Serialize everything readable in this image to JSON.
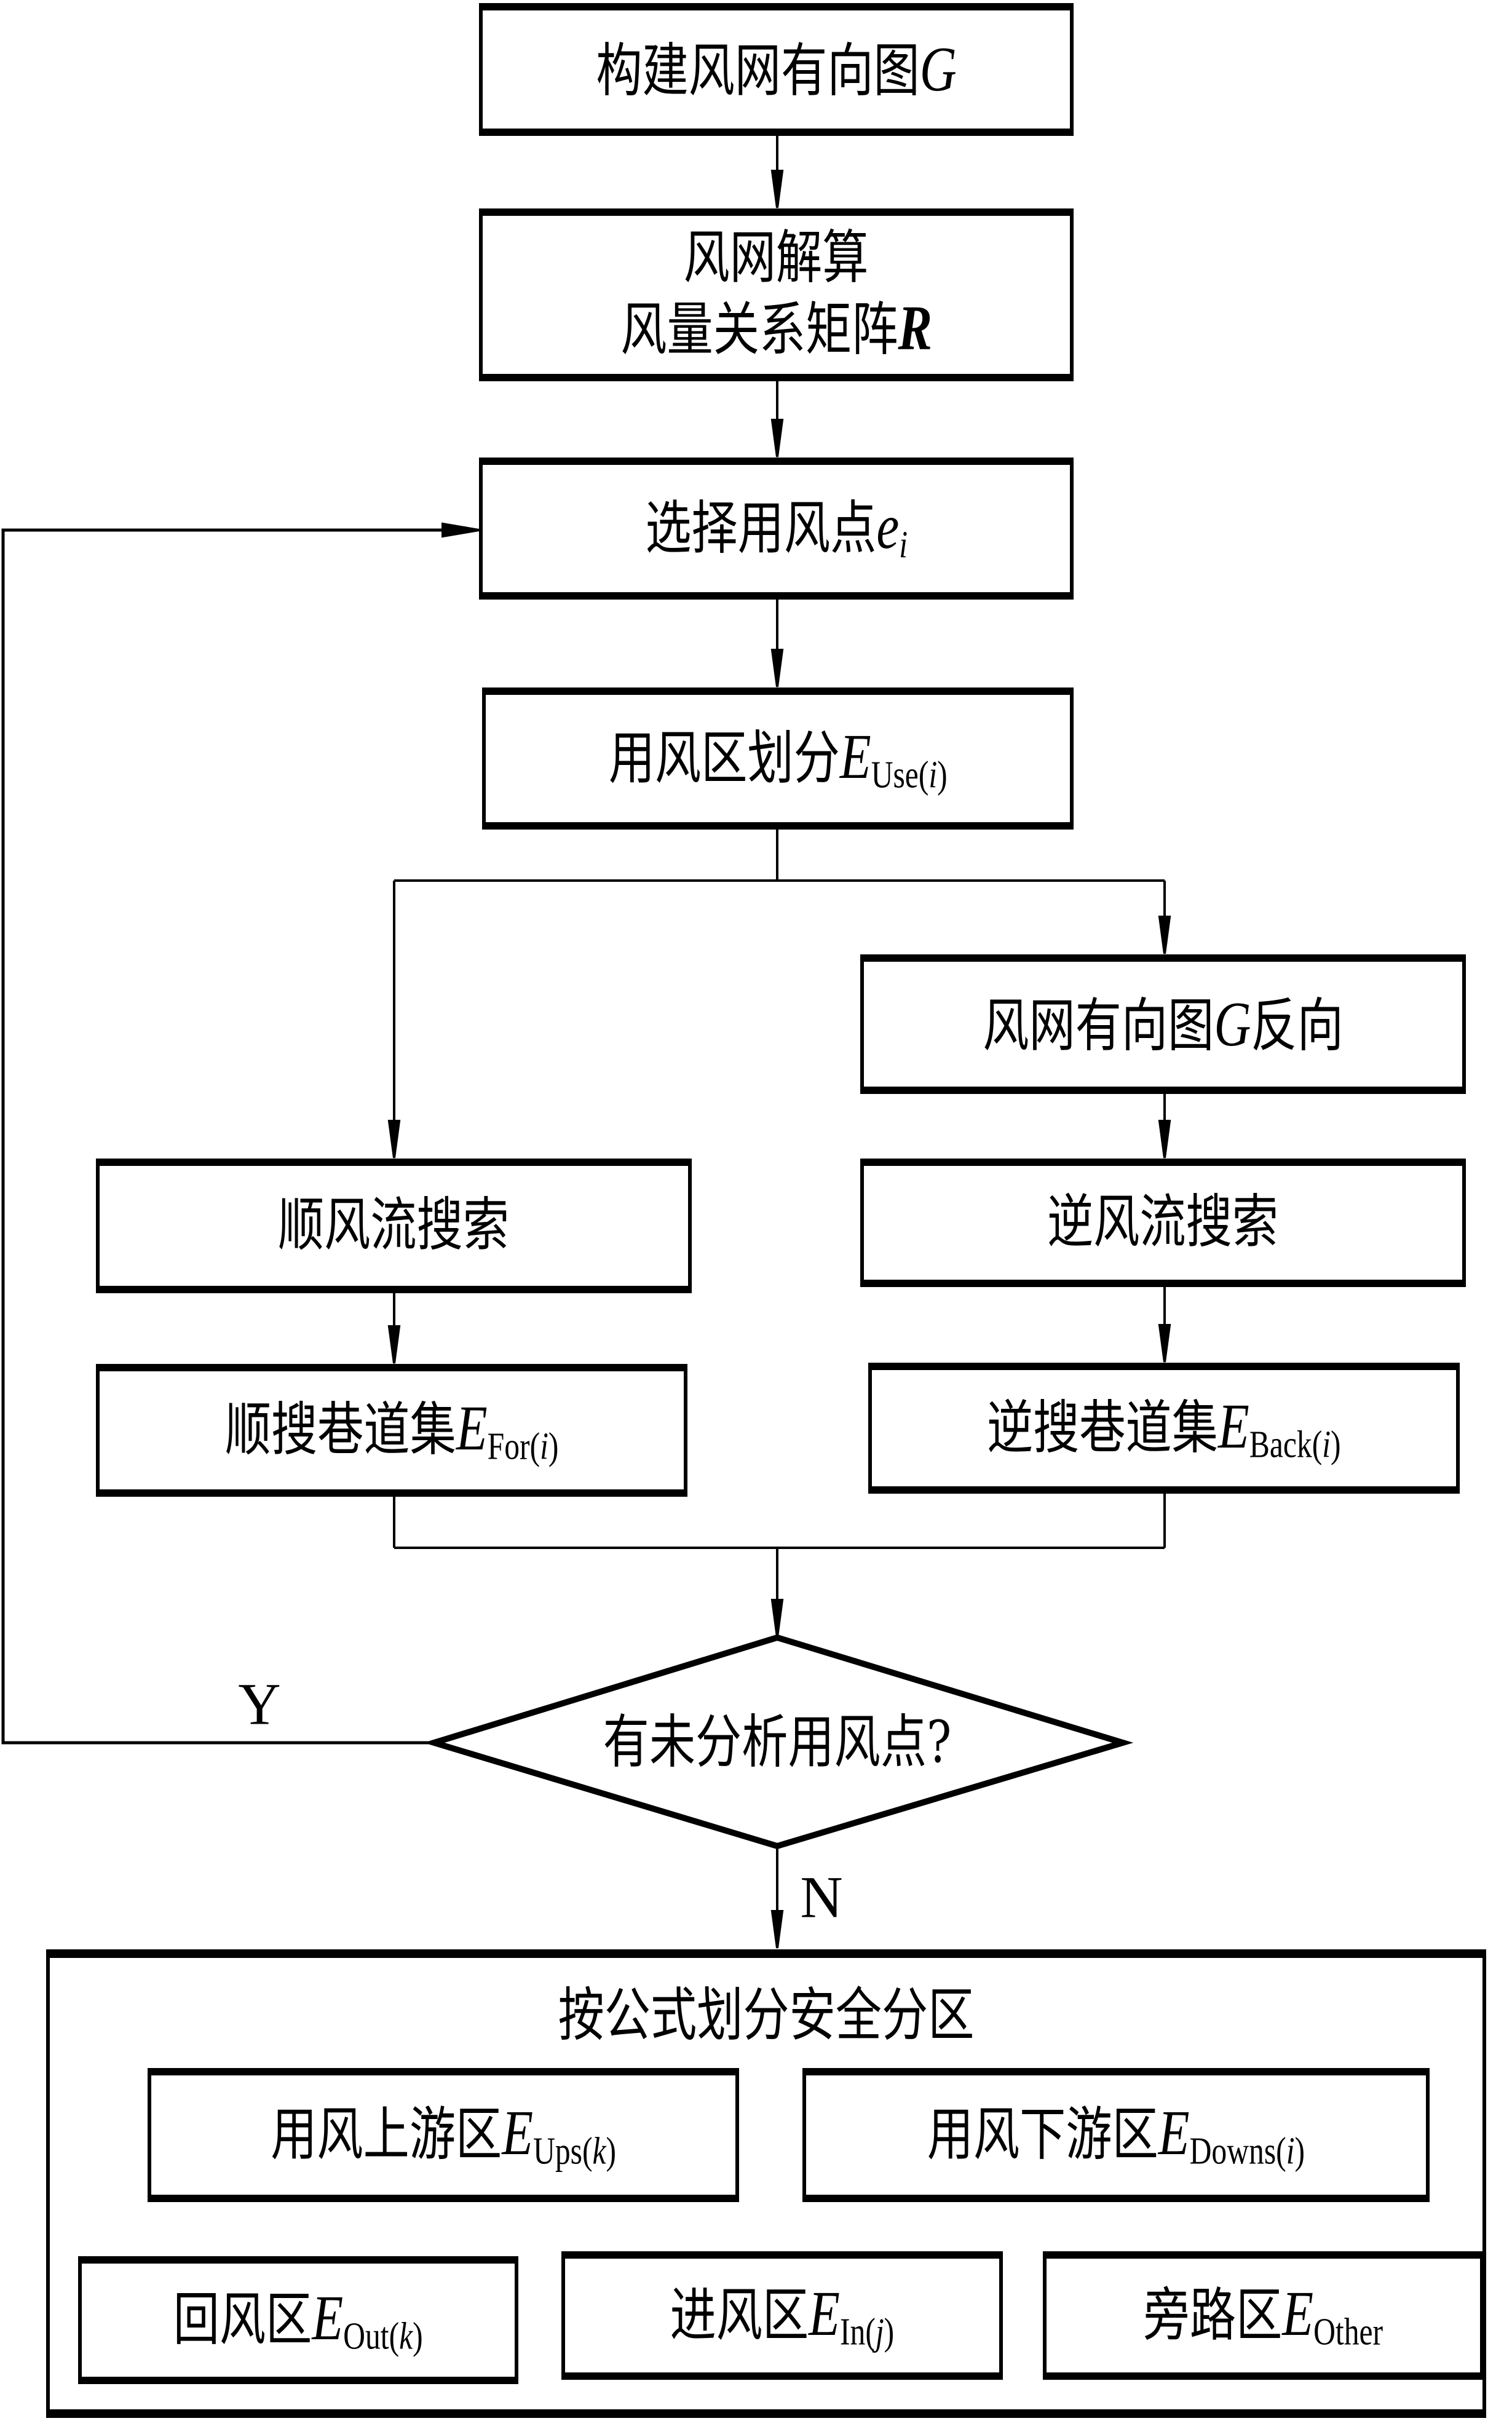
{
  "diagram": {
    "type": "flowchart",
    "nodes": {
      "build_graph": {
        "text": "构建风网有向图",
        "var": "G"
      },
      "solve": {
        "line1": "风网解算",
        "line2": "风量关系矩阵",
        "var": "R"
      },
      "select_point": {
        "text": "选择用风点",
        "var": "e",
        "sub": "i"
      },
      "use_zone": {
        "text": "用风区划分",
        "var": "E",
        "sub": "Use",
        "sub_idx": "i"
      },
      "reverse_graph": {
        "text": "风网有向图",
        "var": "G",
        "suffix": "反向"
      },
      "forward_search": {
        "text": "顺风流搜索"
      },
      "backward_search": {
        "text": "逆风流搜索"
      },
      "forward_set": {
        "text": "顺搜巷道集",
        "var": "E",
        "sub": "For",
        "sub_idx": "i"
      },
      "backward_set": {
        "text": "逆搜巷道集",
        "var": "E",
        "sub": "Back",
        "sub_idx": "i"
      },
      "decision": {
        "text": "有未分析用风点?"
      },
      "partition": {
        "title": "按公式划分安全分区",
        "zones": [
          {
            "text": "用风上游区",
            "var": "E",
            "sub": "Ups",
            "sub_idx": "k"
          },
          {
            "text": "用风下游区",
            "var": "E",
            "sub": "Downs",
            "sub_idx": "i"
          },
          {
            "text": "回风区",
            "var": "E",
            "sub": "Out",
            "sub_idx": "k"
          },
          {
            "text": "进风区",
            "var": "E",
            "sub": "In",
            "sub_idx": "j"
          },
          {
            "text": "旁路区",
            "var": "E",
            "sub": "Other",
            "sub_idx": ""
          }
        ]
      }
    },
    "labels": {
      "yes": "Y",
      "no": "N"
    },
    "colors": {
      "line": "#000000",
      "background": "#ffffff"
    }
  }
}
